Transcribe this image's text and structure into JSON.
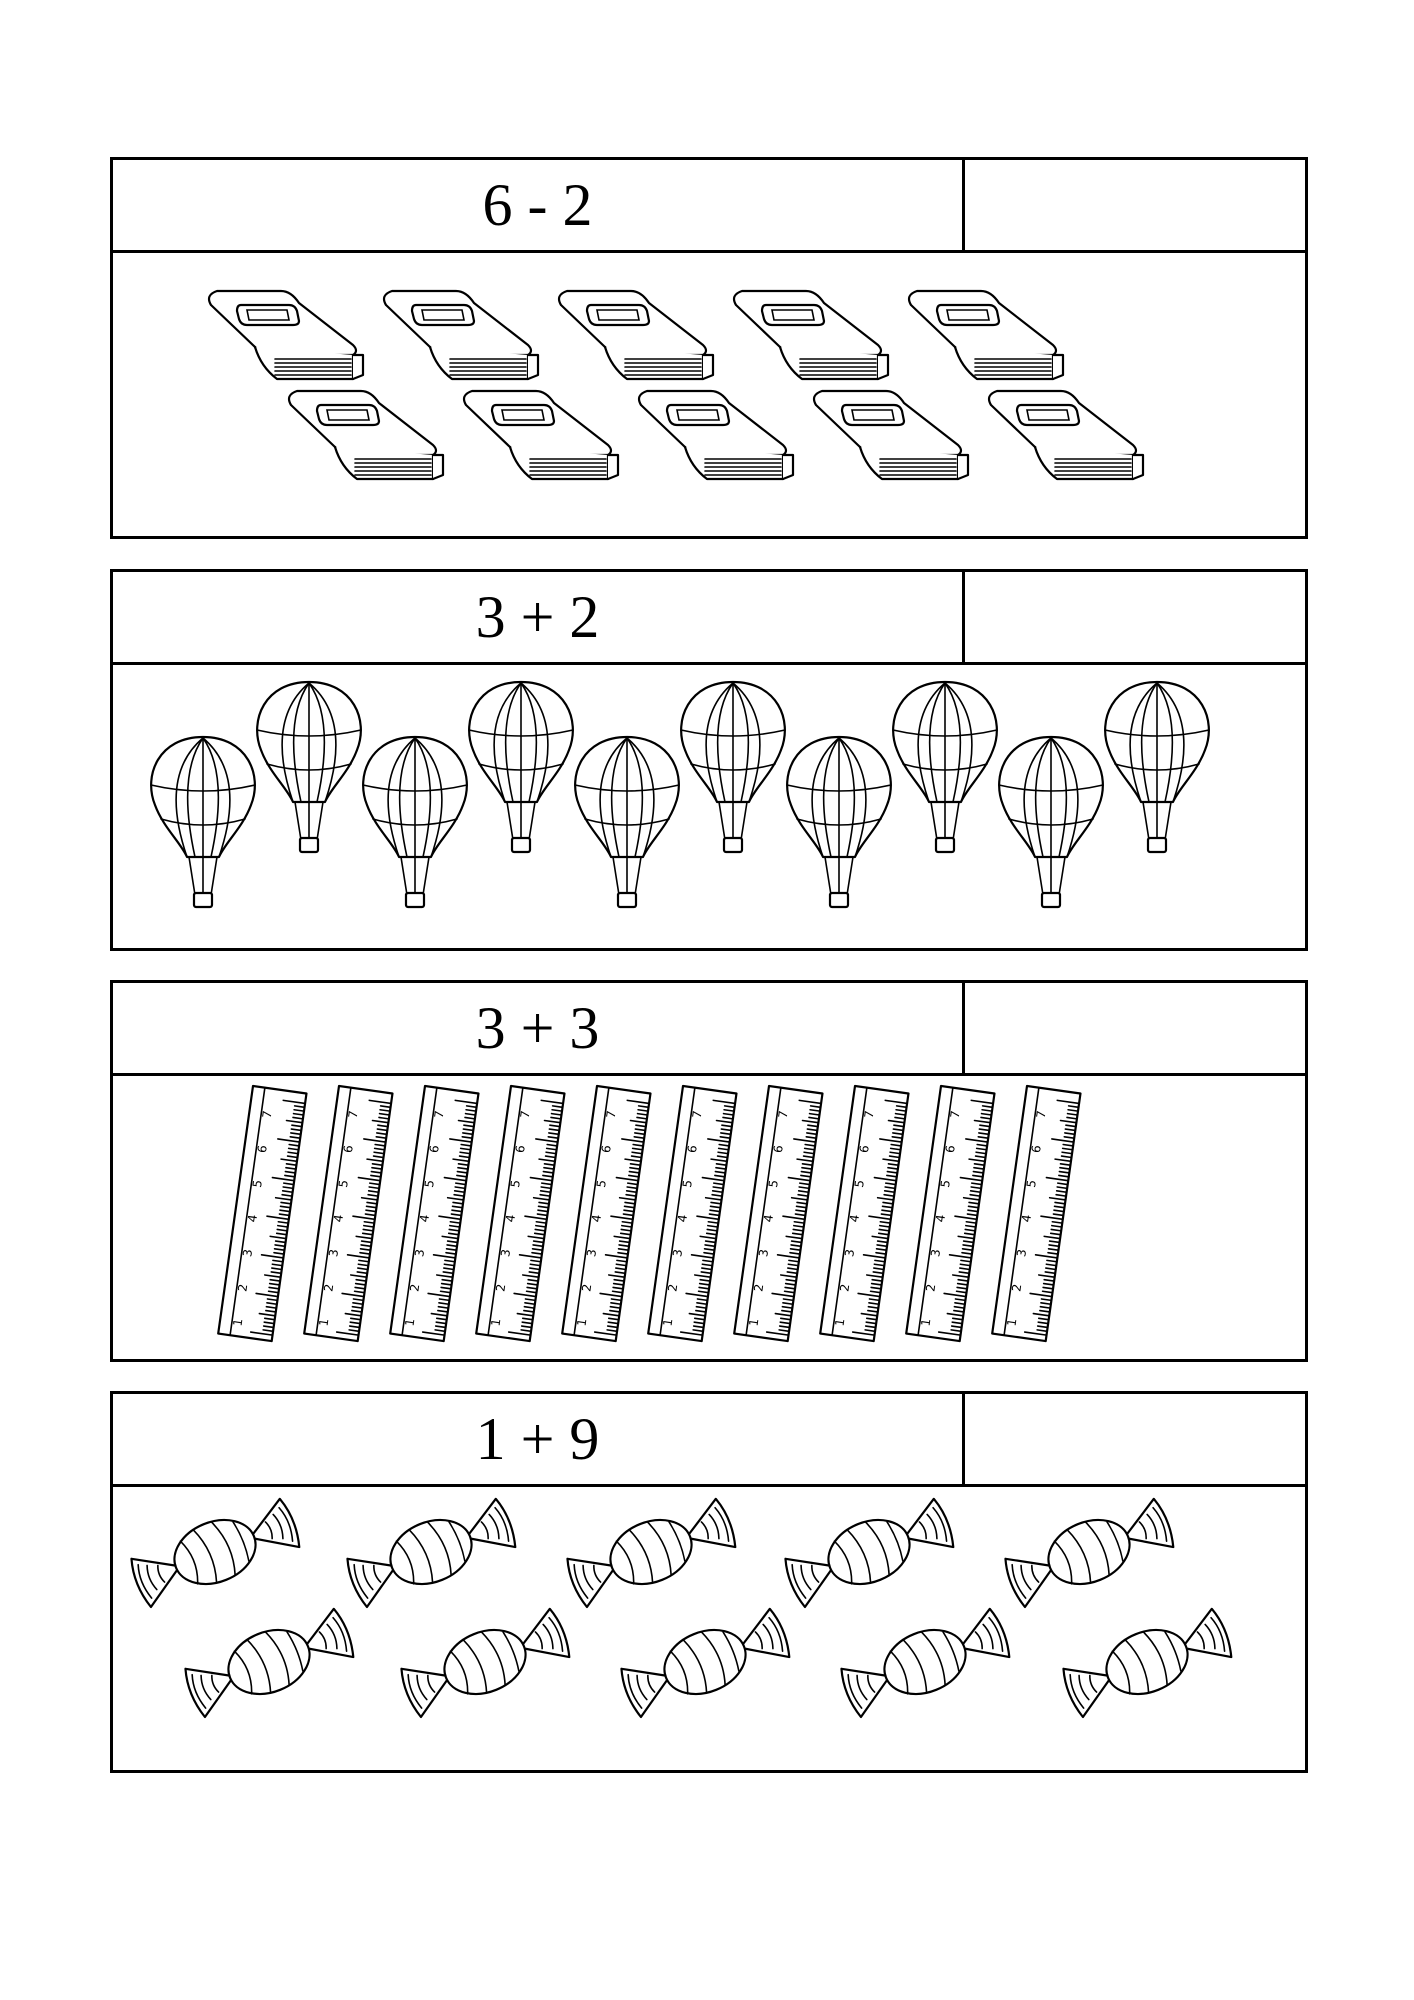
{
  "problems": [
    {
      "expression": "6 - 2",
      "answer": "",
      "picture": "book-icon",
      "picture_count": 10
    },
    {
      "expression": "3 + 2",
      "answer": "",
      "picture": "hot-air-balloon-icon",
      "picture_count": 10
    },
    {
      "expression": "3 + 3",
      "answer": "",
      "picture": "ruler-icon",
      "picture_count": 10
    },
    {
      "expression": "1 + 9",
      "answer": "",
      "picture": "candy-icon",
      "picture_count": 10
    }
  ],
  "ruler_numbers": [
    "1",
    "2",
    "3",
    "4",
    "5",
    "6",
    "7"
  ],
  "colors": {
    "ink": "#000000",
    "paper": "#ffffff"
  }
}
